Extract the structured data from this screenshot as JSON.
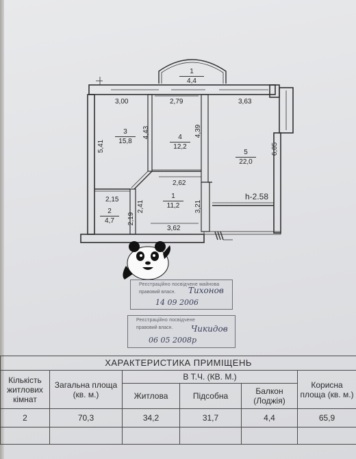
{
  "plan": {
    "balcony": {
      "number": "1",
      "area": "4,4"
    },
    "rooms": [
      {
        "id": "3",
        "number": "3",
        "area": "15,8"
      },
      {
        "id": "4",
        "number": "4",
        "area": "12,2"
      },
      {
        "id": "5",
        "number": "5",
        "area": "22,0"
      },
      {
        "id": "1",
        "number": "1",
        "area": "11,2"
      },
      {
        "id": "2",
        "number": "2",
        "area": "4,7"
      }
    ],
    "dimensions": {
      "d300": "3,00",
      "d279": "2,79",
      "d363": "3,63",
      "d541": "5,41",
      "d443": "4,43",
      "d439": "4,39",
      "d605": "6,05",
      "d262": "2,62",
      "d215": "2,15",
      "d241": "2,41",
      "d219": "2,19",
      "d321": "3,21",
      "d362": "3,62"
    },
    "height": "h-2.58"
  },
  "stamps": {
    "first": {
      "line1": "Реєстраційно посвідчене майнова",
      "line2": "правовий власн.",
      "signature": "Тихонов",
      "date": "14  09  2006"
    },
    "second": {
      "line1": "Реєстраційно посвідчене",
      "line2": "правовий власн.",
      "signature": "Чикидов",
      "date": "06  05  2008р"
    }
  },
  "table": {
    "title": "ХАРАКТЕРИСТИКА ПРИМІЩЕНЬ",
    "headers": {
      "rooms_count": "Кількість житлових кімнат",
      "total_area": "Загальна площа (кв. м.)",
      "including": "В Т.Ч. (КВ. М.)",
      "living": "Житлова",
      "auxiliary": "Підсобна",
      "balcony": "Балкон (Лоджія)",
      "useful_area": "Корисна площа (кв. м.)"
    },
    "values": {
      "rooms_count": "2",
      "total_area": "70,3",
      "living": "34,2",
      "auxiliary": "31,7",
      "balcony": "4,4",
      "useful_area": "65,9"
    }
  }
}
